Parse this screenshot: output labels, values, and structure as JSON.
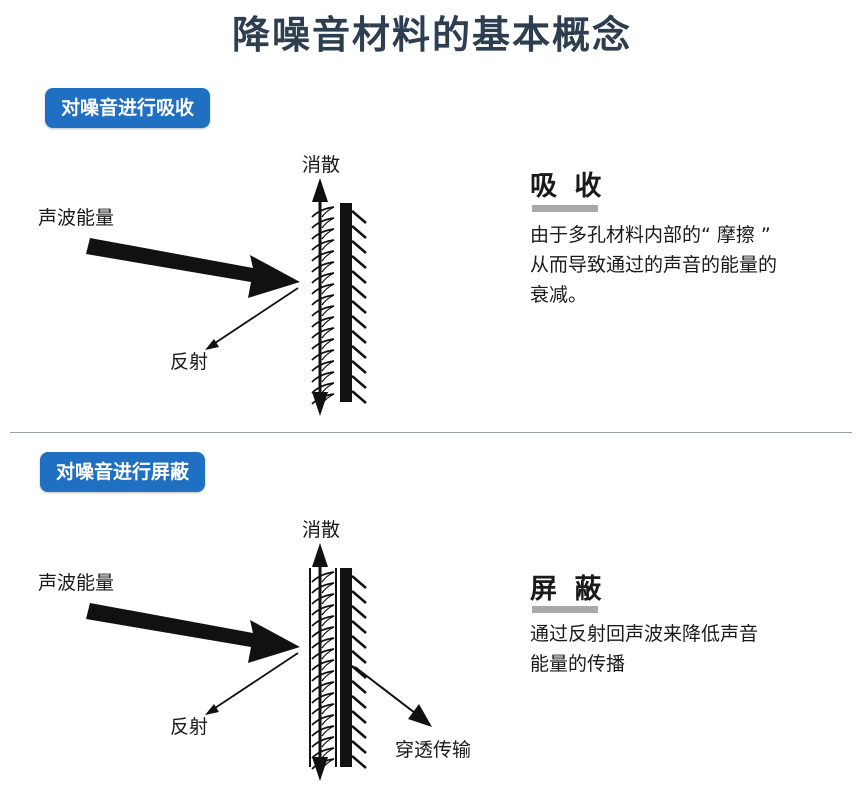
{
  "title": "降噪音材料的基本概念",
  "colors": {
    "badge_bg": "#1f6fc2",
    "title": "#2d3e50",
    "ink": "#111111",
    "bar": "#a9a9a9"
  },
  "sections": [
    {
      "badge": "对噪音进行吸收",
      "labels": {
        "top": "消散",
        "incoming": "声波能量",
        "reflect": "反射"
      },
      "term": "吸 收",
      "desc": [
        "由于多孔材料内部的“ 摩擦 ”",
        "从而导致通过的声音的能量的",
        "衰减。"
      ]
    },
    {
      "badge": "对噪音进行屏蔽",
      "labels": {
        "top": "消散",
        "incoming": "声波能量",
        "reflect": "反射",
        "transmit": "穿透传输"
      },
      "term": "屏 蔽",
      "desc": [
        "通过反射回声波来降低声音",
        "能量的传播"
      ]
    }
  ]
}
